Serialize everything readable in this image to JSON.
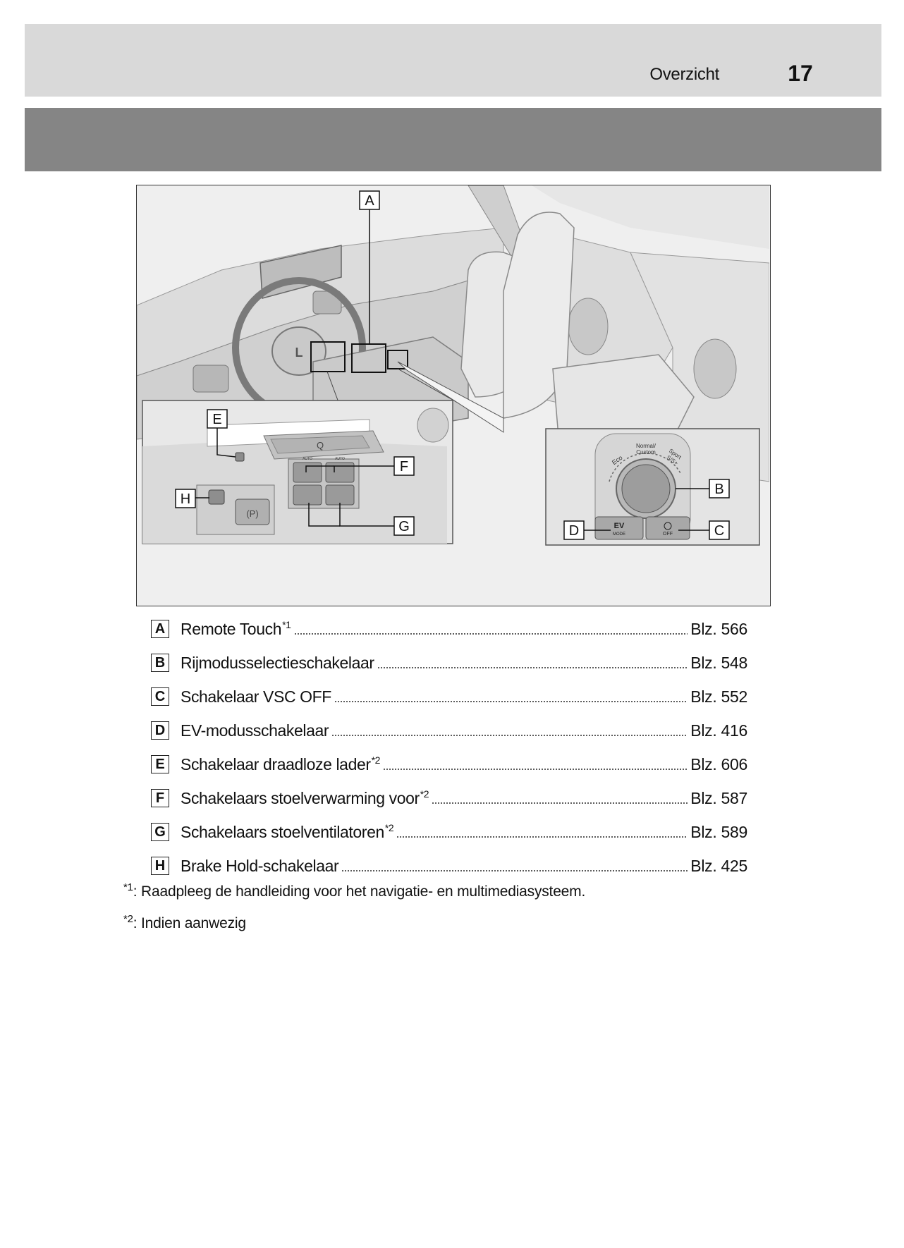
{
  "header": {
    "section_title": "Overzicht",
    "page_number": "17"
  },
  "figure": {
    "callouts": {
      "A": "A",
      "B": "B",
      "C": "C",
      "D": "D",
      "E": "E",
      "F": "F",
      "G": "G",
      "H": "H"
    },
    "dial_labels": {
      "eco": "Eco",
      "normal": "Normal/",
      "custom": "Custom",
      "sport": "Sport",
      "sport_modes": "S/S+",
      "ev": "EV",
      "ev_sub": "MODE",
      "vsc_off": "OFF",
      "auto": "AUTO"
    }
  },
  "legend": [
    {
      "letter": "A",
      "label": "Remote Touch",
      "note": "*1",
      "page": "Blz. 566"
    },
    {
      "letter": "B",
      "label": "Rijmodusselectieschakelaar",
      "note": "",
      "page": "Blz. 548"
    },
    {
      "letter": "C",
      "label": "Schakelaar VSC OFF",
      "note": "",
      "page": "Blz. 552"
    },
    {
      "letter": "D",
      "label": "EV-modusschakelaar",
      "note": "",
      "page": "Blz. 416"
    },
    {
      "letter": "E",
      "label": "Schakelaar draadloze lader",
      "note": "*2",
      "page": "Blz. 606"
    },
    {
      "letter": "F",
      "label": "Schakelaars stoelverwarming voor",
      "note": "*2",
      "page": "Blz. 587"
    },
    {
      "letter": "G",
      "label": "Schakelaars stoelventilatoren",
      "note": "*2",
      "page": "Blz. 589"
    },
    {
      "letter": "H",
      "label": "Brake Hold-schakelaar",
      "note": "",
      "page": "Blz. 425"
    }
  ],
  "footnotes": [
    {
      "mark": "*1",
      "text": ":  Raadpleeg de handleiding voor het navigatie- en multimediasysteem."
    },
    {
      "mark": "*2",
      "text": ": Indien aanwezig"
    }
  ]
}
